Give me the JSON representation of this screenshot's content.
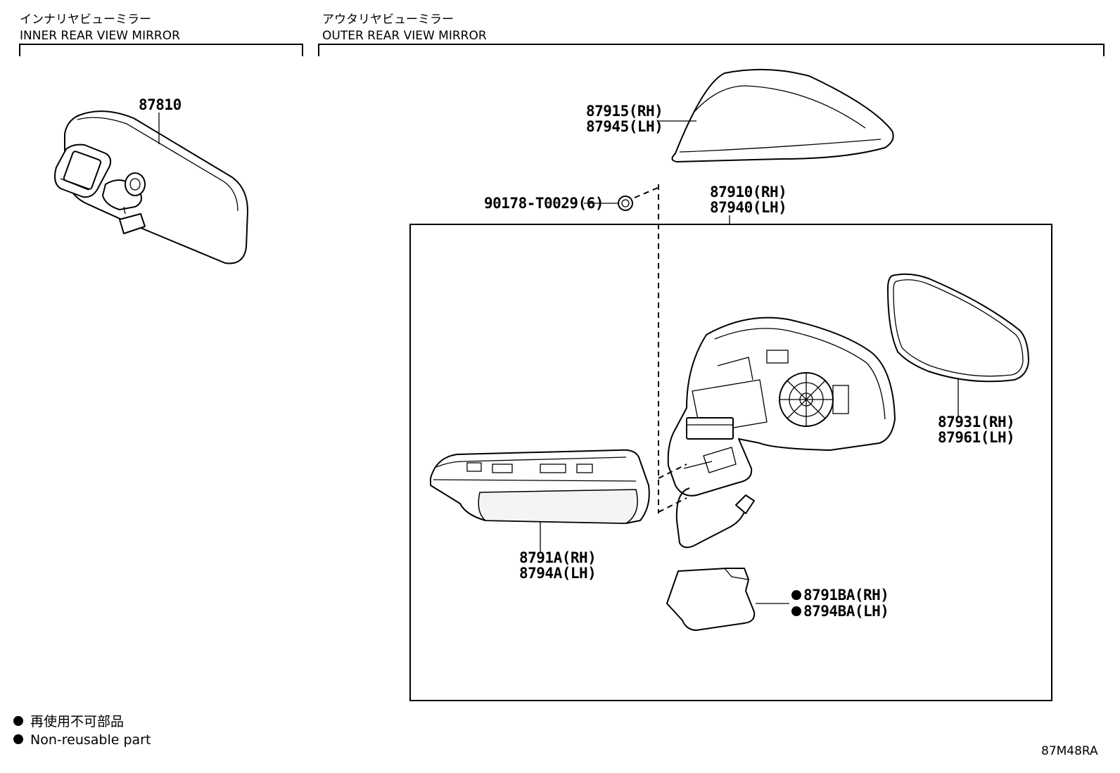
{
  "headers": {
    "inner_jp": "インナリヤビューミラー",
    "inner_en": "INNER REAR VIEW MIRROR",
    "outer_jp": "アウタリヤビューミラー",
    "outer_en": "OUTER REAR VIEW MIRROR"
  },
  "parts": {
    "inner_mirror": "87810",
    "cover_rh": "87915(RH)",
    "cover_lh": "87945(LH)",
    "screw": "90178-T0029(6)",
    "assy_rh": "87910(RH)",
    "assy_lh": "87940(LH)",
    "glass_rh": "87931(RH)",
    "glass_lh": "87961(LH)",
    "lamp_rh": "8791A(RH)",
    "lamp_lh": "8794A(LH)",
    "seal_rh": "8791BA(RH)",
    "seal_lh": "8794BA(LH)"
  },
  "legend": {
    "jp": "再使用不可部品",
    "en": "Non-reusable part"
  },
  "diagram_code": "87M48RA"
}
